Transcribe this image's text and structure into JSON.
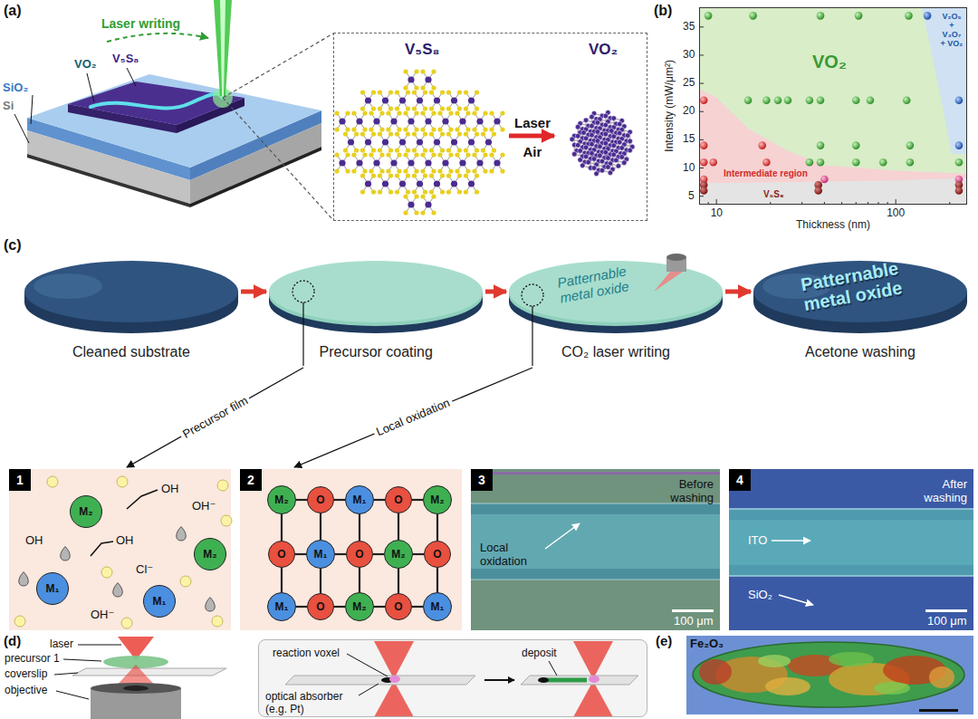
{
  "diagram": {
    "nodes": [
      {
        "text": [
          "V₅S₈",
          "Laser",
          "Air",
          "VO₂"
        ]
      },
      {
        "text": [
          "VO₂",
          "Intermediate region",
          "V₅S₈",
          "V₂O₅ + V₃O₇ + VO₂"
        ]
      },
      {
        "text": [
          "Cleaned substrate"
        ]
      },
      {
        "text": [
          "Precursor coating"
        ]
      },
      {
        "text": [
          "Patternable metal oxide",
          "CO₂ laser writing"
        ]
      },
      {
        "text": [
          "Patternable metal oxide",
          "Acetone washing"
        ]
      },
      {
        "text": [
          "1",
          "OH",
          "OH⁻",
          "OH",
          "Cl⁻",
          "OH⁻",
          "OH"
        ]
      },
      {
        "text": [
          "M₂"
        ],
        "in": 6
      },
      {
        "text": [
          "M₂"
        ],
        "in": 6
      },
      {
        "text": [
          "M₁"
        ],
        "in": 6
      },
      {
        "text": [
          "M₁"
        ],
        "in": 6
      },
      {
        "text": [
          "2"
        ]
      },
      {
        "text": [
          "M₂"
        ],
        "in": 11
      },
      {
        "text": [
          "O"
        ],
        "in": 11
      },
      {
        "text": [
          "M₁"
        ],
        "in": 11
      },
      {
        "text": [
          "O"
        ],
        "in": 11
      },
      {
        "text": [
          "M₂"
        ],
        "in": 11
      },
      {
        "text": [
          "O"
        ],
        "in": 11
      },
      {
        "text": [
          "M₁"
        ],
        "in": 11
      },
      {
        "text": [
          "O"
        ],
        "in": 11
      },
      {
        "text": [
          "M₂"
        ],
        "in": 11
      },
      {
        "text": [
          "O"
        ],
        "in": 11
      },
      {
        "text": [
          "M₁"
        ],
        "in": 11
      },
      {
        "text": [
          "O"
        ],
        "in": 11
      },
      {
        "text": [
          "M₂"
        ],
        "in": 11
      },
      {
        "text": [
          "O"
        ],
        "in": 11
      },
      {
        "text": [
          "M₁"
        ],
        "in": 11
      },
      {
        "text": [
          "3",
          "Before washing",
          "Local oxidation",
          "100 μm"
        ]
      },
      {
        "text": [
          "4",
          "After washing",
          "ITO",
          "SiO₂",
          "100 μm"
        ]
      },
      {
        "text": [
          "reaction voxel",
          "optical absorber (e.g. Pt)",
          "deposit"
        ]
      }
    ],
    "edges": [
      {
        "from": 2,
        "to": 3,
        "arrow": "to"
      },
      {
        "from": 3,
        "to": 4,
        "arrow": "to"
      },
      {
        "from": 4,
        "to": 5,
        "arrow": "to"
      },
      {
        "from": 3,
        "to": 6,
        "label": "Precursor film",
        "arrow": "to"
      },
      {
        "from": 4,
        "to": 11,
        "label": "Local oxidation",
        "arrow": "to"
      },
      {
        "from": 12,
        "to": 13,
        "arrow": "none"
      },
      {
        "from": 13,
        "to": 14,
        "arrow": "none"
      },
      {
        "from": 14,
        "to": 15,
        "arrow": "none"
      },
      {
        "from": 15,
        "to": 16,
        "arrow": "none"
      },
      {
        "from": 12,
        "to": 17,
        "arrow": "none"
      },
      {
        "from": 13,
        "to": 18,
        "arrow": "none"
      },
      {
        "from": 14,
        "to": 19,
        "arrow": "none"
      },
      {
        "from": 15,
        "to": 20,
        "arrow": "none"
      },
      {
        "from": 16,
        "to": 21,
        "arrow": "none"
      },
      {
        "from": 17,
        "to": 18,
        "arrow": "none"
      },
      {
        "from": 18,
        "to": 19,
        "arrow": "none"
      },
      {
        "from": 19,
        "to": 20,
        "arrow": "none"
      },
      {
        "from": 20,
        "to": 21,
        "arrow": "none"
      },
      {
        "from": 17,
        "to": 22,
        "arrow": "none"
      },
      {
        "from": 18,
        "to": 23,
        "arrow": "none"
      },
      {
        "from": 19,
        "to": 24,
        "arrow": "none"
      },
      {
        "from": 20,
        "to": 25,
        "arrow": "none"
      },
      {
        "from": 21,
        "to": 26,
        "arrow": "none"
      },
      {
        "from": 22,
        "to": 23,
        "arrow": "none"
      },
      {
        "from": 23,
        "to": 24,
        "arrow": "none"
      },
      {
        "from": 24,
        "to": 25,
        "arrow": "none"
      },
      {
        "from": 25,
        "to": 26,
        "arrow": "none"
      }
    ],
    "labels": [
      "(a)",
      "Laser writing",
      "VO₂",
      "V₅S₈",
      "SiO₂",
      "Si",
      "(b)",
      "35",
      "30",
      "25",
      "20",
      "15",
      "10",
      "5",
      "Intensity (mW/μm²)",
      "10",
      "100",
      "Thickness (nm)",
      "(c)",
      "(d)",
      "laser",
      "precursor 1",
      "coverslip",
      "objective",
      "(e)",
      "Fe₂O₃"
    ]
  }
}
